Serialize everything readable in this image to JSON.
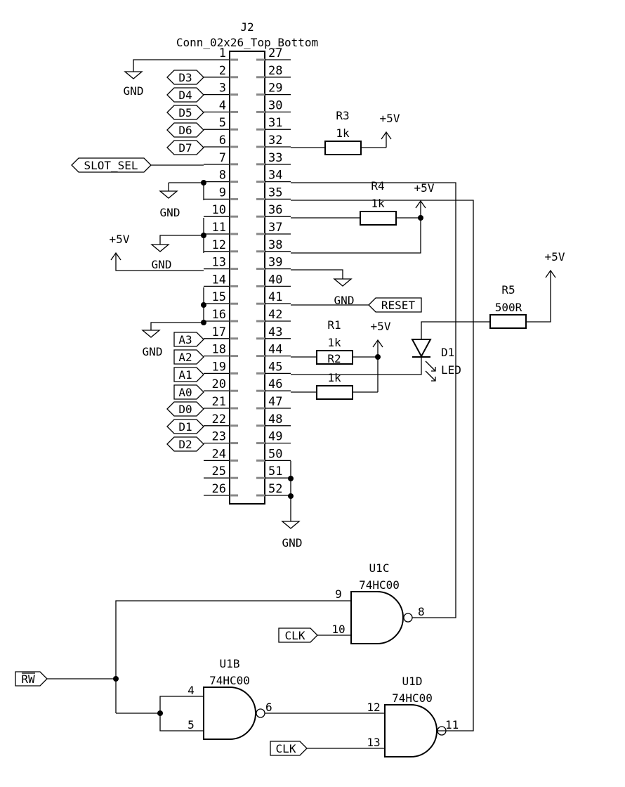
{
  "connector": {
    "ref": "J2",
    "value": "Conn_02x26_Top_Bottom",
    "left_pins": [
      "1",
      "2",
      "3",
      "4",
      "5",
      "6",
      "7",
      "8",
      "9",
      "10",
      "11",
      "12",
      "13",
      "14",
      "15",
      "16",
      "17",
      "18",
      "19",
      "20",
      "21",
      "22",
      "23",
      "24",
      "25",
      "26"
    ],
    "right_pins": [
      "27",
      "28",
      "29",
      "30",
      "31",
      "32",
      "33",
      "34",
      "35",
      "36",
      "37",
      "38",
      "39",
      "40",
      "41",
      "42",
      "43",
      "44",
      "45",
      "46",
      "47",
      "48",
      "49",
      "50",
      "51",
      "52"
    ]
  },
  "labels": {
    "d3": "D3",
    "d4": "D4",
    "d5": "D5",
    "d6": "D6",
    "d7": "D7",
    "slot_sel": "SLOT_SEL",
    "a3": "A3",
    "a2": "A2",
    "a1": "A1",
    "a0": "A0",
    "d0": "D0",
    "d1": "D1",
    "d2": "D2",
    "reset": "RESET",
    "rw": "RW",
    "clk1": "CLK",
    "clk2": "CLK"
  },
  "power": {
    "gnd": "GND",
    "vcc": "+5V"
  },
  "resistors": {
    "r3": {
      "ref": "R3",
      "value": "1k"
    },
    "r4": {
      "ref": "R4",
      "value": "1k"
    },
    "r1": {
      "ref": "R1",
      "value": "1k"
    },
    "r2": {
      "ref": "R2",
      "value": "1k"
    },
    "r5": {
      "ref": "R5",
      "value": "500R"
    }
  },
  "led": {
    "ref": "D1",
    "value": "LED"
  },
  "gates": {
    "u1c": {
      "ref": "U1C",
      "value": "74HC00",
      "in1": "9",
      "in2": "10",
      "out": "8"
    },
    "u1b": {
      "ref": "U1B",
      "value": "74HC00",
      "in1": "4",
      "in2": "5",
      "out": "6"
    },
    "u1d": {
      "ref": "U1D",
      "value": "74HC00",
      "in1": "12",
      "in2": "13",
      "out": "11"
    }
  }
}
